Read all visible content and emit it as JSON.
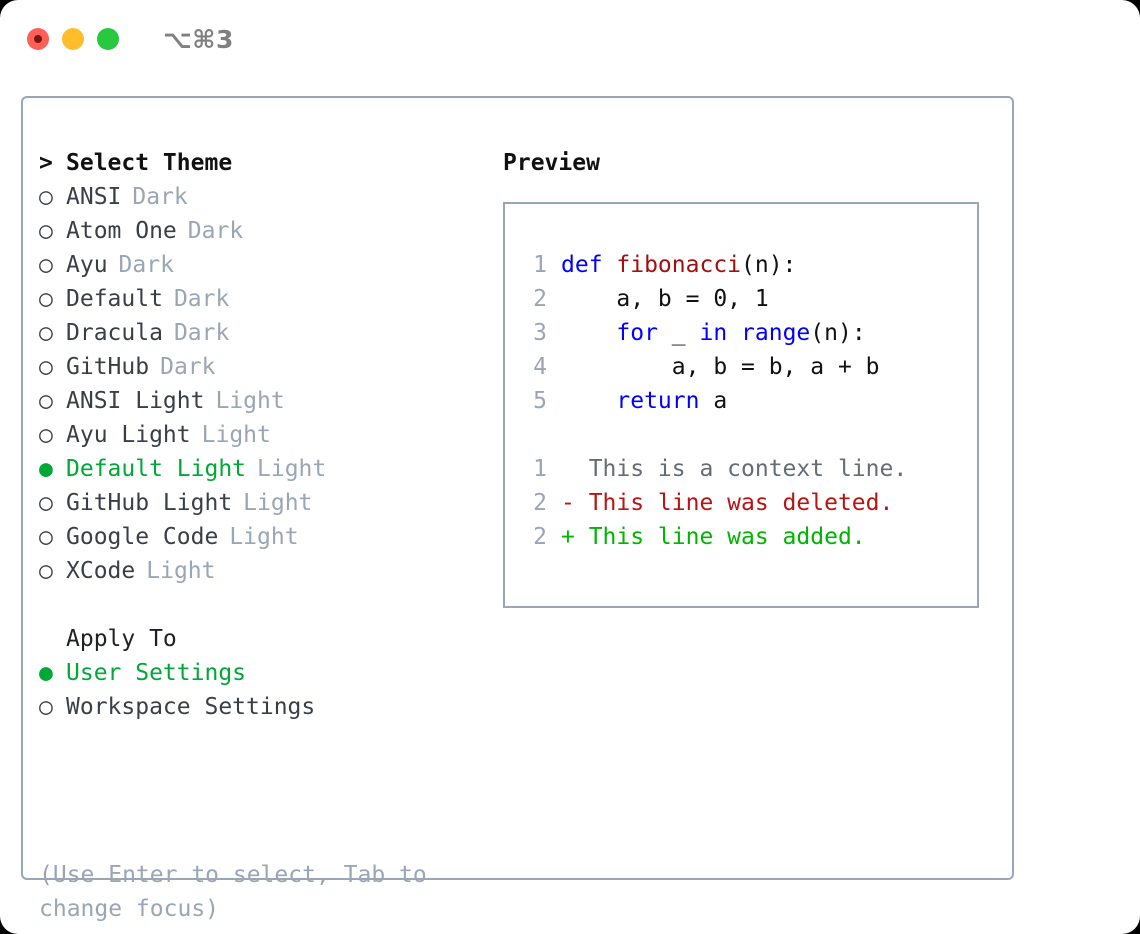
{
  "window": {
    "shortcut": "⌥⌘3",
    "traffic_lights": [
      "close-button",
      "minimize-button",
      "maximize-button"
    ]
  },
  "theme_picker": {
    "heading_marker": ">",
    "heading": "Select Theme",
    "items": [
      {
        "marker": "○",
        "name": "ANSI",
        "tag": "Dark",
        "selected": false
      },
      {
        "marker": "○",
        "name": "Atom One",
        "tag": "Dark",
        "selected": false
      },
      {
        "marker": "○",
        "name": "Ayu",
        "tag": "Dark",
        "selected": false
      },
      {
        "marker": "○",
        "name": "Default",
        "tag": "Dark",
        "selected": false
      },
      {
        "marker": "○",
        "name": "Dracula",
        "tag": "Dark",
        "selected": false
      },
      {
        "marker": "○",
        "name": "GitHub",
        "tag": "Dark",
        "selected": false
      },
      {
        "marker": "○",
        "name": "ANSI Light",
        "tag": "Light",
        "selected": false
      },
      {
        "marker": "○",
        "name": "Ayu Light",
        "tag": "Light",
        "selected": false
      },
      {
        "marker": "●",
        "name": "Default Light",
        "tag": "Light",
        "selected": true
      },
      {
        "marker": "○",
        "name": "GitHub Light",
        "tag": "Light",
        "selected": false
      },
      {
        "marker": "○",
        "name": "Google Code",
        "tag": "Light",
        "selected": false
      },
      {
        "marker": "○",
        "name": "XCode",
        "tag": "Light",
        "selected": false
      }
    ]
  },
  "apply_to": {
    "title": "Apply To",
    "items": [
      {
        "marker": "●",
        "name": "User Settings",
        "selected": true
      },
      {
        "marker": "○",
        "name": "Workspace Settings",
        "selected": false
      }
    ]
  },
  "hint": "(Use Enter to select, Tab to change focus)",
  "preview": {
    "title": "Preview",
    "code_lines": [
      {
        "num": "1",
        "tokens": [
          {
            "t": "def ",
            "c": "kw"
          },
          {
            "t": "fibonacci",
            "c": "fn"
          },
          {
            "t": "(n):",
            "c": "plain"
          }
        ]
      },
      {
        "num": "2",
        "tokens": [
          {
            "t": "    a, b = 0, 1",
            "c": "plain"
          }
        ]
      },
      {
        "num": "3",
        "tokens": [
          {
            "t": "    ",
            "c": "plain"
          },
          {
            "t": "for",
            "c": "kw"
          },
          {
            "t": " _ ",
            "c": "plain"
          },
          {
            "t": "in",
            "c": "kw"
          },
          {
            "t": " ",
            "c": "plain"
          },
          {
            "t": "range",
            "c": "kw"
          },
          {
            "t": "(n):",
            "c": "plain"
          }
        ]
      },
      {
        "num": "4",
        "tokens": [
          {
            "t": "        a, b = b, a + b",
            "c": "plain"
          }
        ]
      },
      {
        "num": "5",
        "tokens": [
          {
            "t": "    ",
            "c": "plain"
          },
          {
            "t": "return",
            "c": "kw"
          },
          {
            "t": " a",
            "c": "plain"
          }
        ]
      }
    ],
    "diff_lines": [
      {
        "num": "1",
        "text": "  This is a context line.",
        "kind": "diff-ctx"
      },
      {
        "num": "2",
        "text": "- This line was deleted.",
        "kind": "diff-del"
      },
      {
        "num": "2",
        "text": "+ This line was added.",
        "kind": "diff-add"
      }
    ]
  },
  "colors": {
    "accent_green": "#00a838",
    "muted": "#9aa5b5",
    "keyword_blue": "#0000ff",
    "function_red": "#a01010",
    "diff_deleted": "#b81414",
    "diff_added": "#00b500",
    "border": "#9aa5b5"
  }
}
